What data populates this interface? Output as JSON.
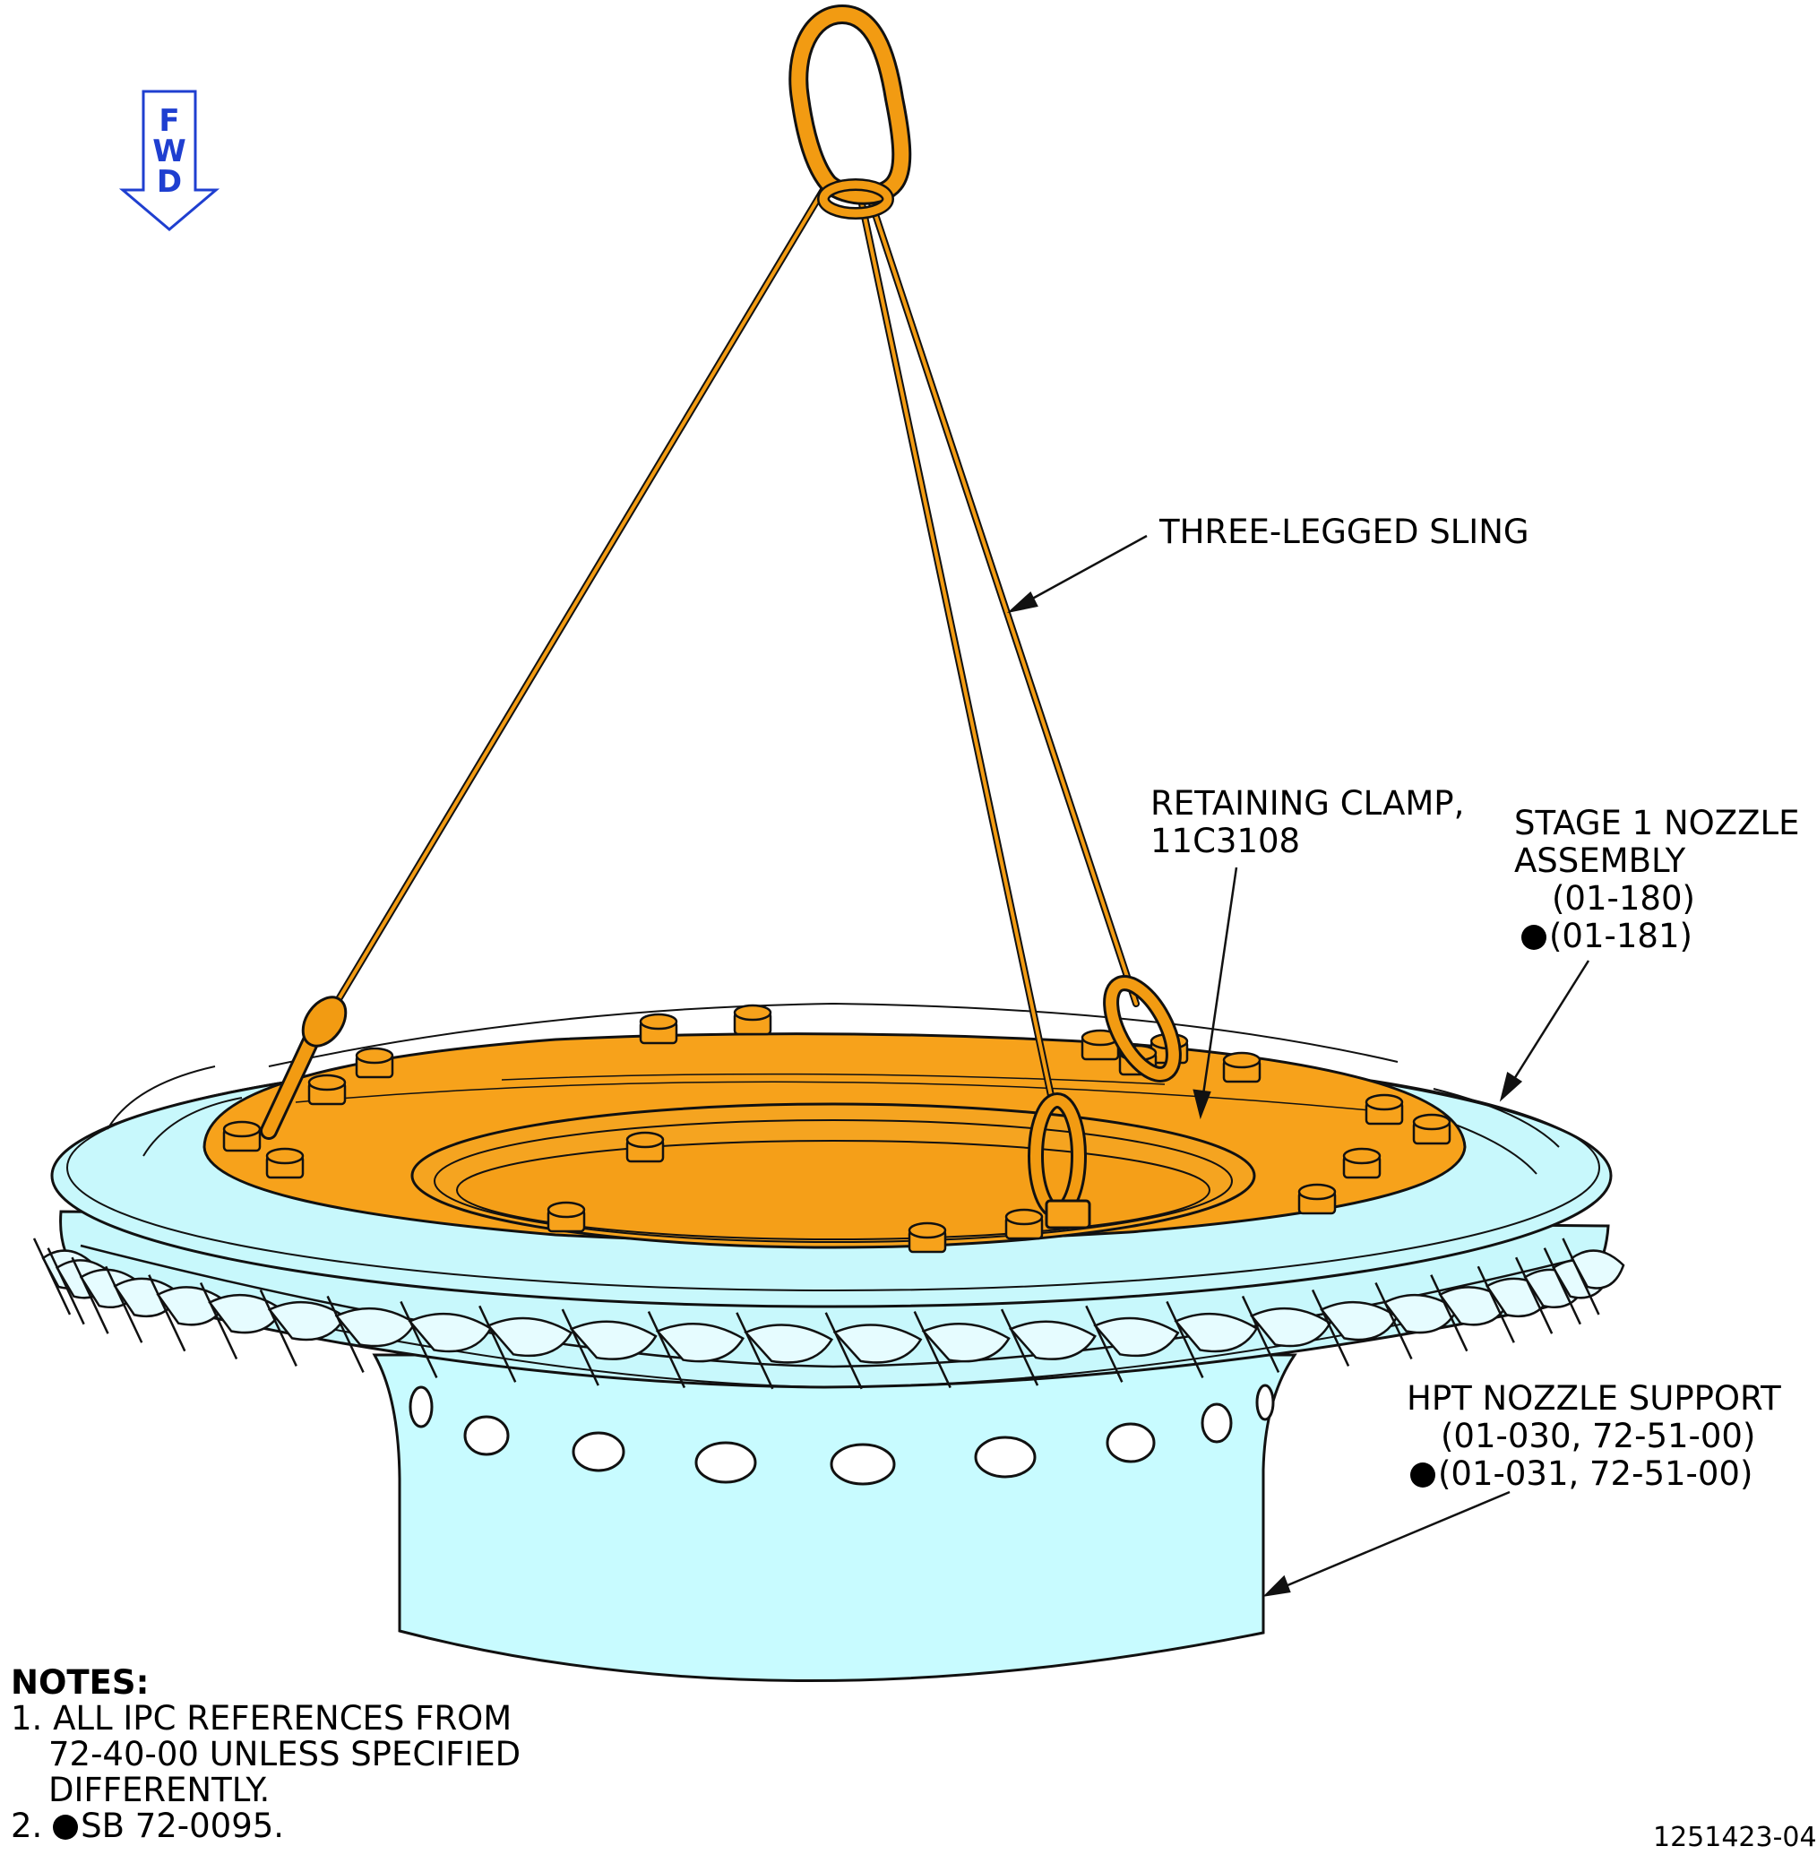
{
  "fwd_arrow": {
    "letters": [
      "F",
      "W",
      "D"
    ],
    "color": "#1f3fd0"
  },
  "callouts": {
    "sling": "THREE-LEGGED SLING",
    "clamp": [
      "RETAINING CLAMP,",
      "11C3108"
    ],
    "nozzle": [
      "STAGE 1 NOZZLE",
      "ASSEMBLY",
      "(01-180)",
      "(01-181)"
    ],
    "support": [
      "HPT NOZZLE SUPPORT",
      "(01-030, 72-51-00)",
      "(01-031, 72-51-00)"
    ]
  },
  "notes": {
    "title": "NOTES:",
    "items": [
      {
        "num": "1.",
        "lines": [
          "ALL IPC REFERENCES FROM",
          "72-40-00 UNLESS SPECIFIED",
          "DIFFERENTLY."
        ]
      },
      {
        "num": "2.",
        "lines": [
          "SB 72-0095."
        ]
      }
    ]
  },
  "figure_id": "1251423-04",
  "colors": {
    "sling": "#f29b12",
    "clamp": "#f7a21b",
    "nozzle": "#c8f8fc",
    "support": "#c8fbff",
    "outline": "#111111"
  }
}
